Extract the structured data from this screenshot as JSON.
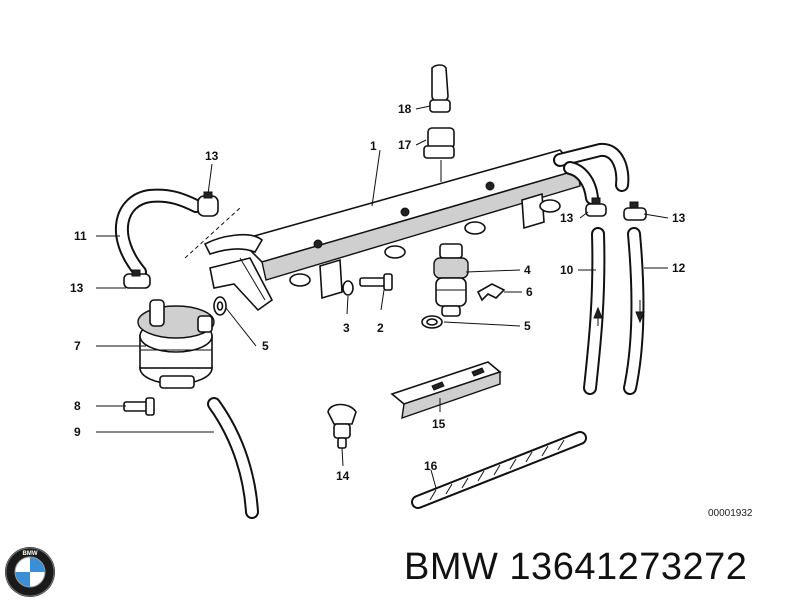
{
  "diagram": {
    "reference_code": "00001932",
    "callouts": [
      {
        "id": "c1",
        "label": "1"
      },
      {
        "id": "c2",
        "label": "2"
      },
      {
        "id": "c3",
        "label": "3"
      },
      {
        "id": "c4",
        "label": "4"
      },
      {
        "id": "c5a",
        "label": "5"
      },
      {
        "id": "c5b",
        "label": "5"
      },
      {
        "id": "c6",
        "label": "6"
      },
      {
        "id": "c7",
        "label": "7"
      },
      {
        "id": "c8",
        "label": "8"
      },
      {
        "id": "c9",
        "label": "9"
      },
      {
        "id": "c10",
        "label": "10"
      },
      {
        "id": "c11",
        "label": "11"
      },
      {
        "id": "c12",
        "label": "12"
      },
      {
        "id": "c13a",
        "label": "13"
      },
      {
        "id": "c13b",
        "label": "13"
      },
      {
        "id": "c13c",
        "label": "13"
      },
      {
        "id": "c13d",
        "label": "13"
      },
      {
        "id": "c14",
        "label": "14"
      },
      {
        "id": "c15",
        "label": "15"
      },
      {
        "id": "c16",
        "label": "16"
      },
      {
        "id": "c17",
        "label": "17"
      },
      {
        "id": "c18",
        "label": "18"
      }
    ]
  },
  "footer": {
    "brand": "BMW",
    "part_number": "13641273272",
    "text": "BMW 13641273272",
    "logo_letters": "BMW"
  },
  "colors": {
    "logo_blue": "#3a8fd6",
    "logo_ring": "#1a1a1a",
    "ink": "#111111"
  }
}
